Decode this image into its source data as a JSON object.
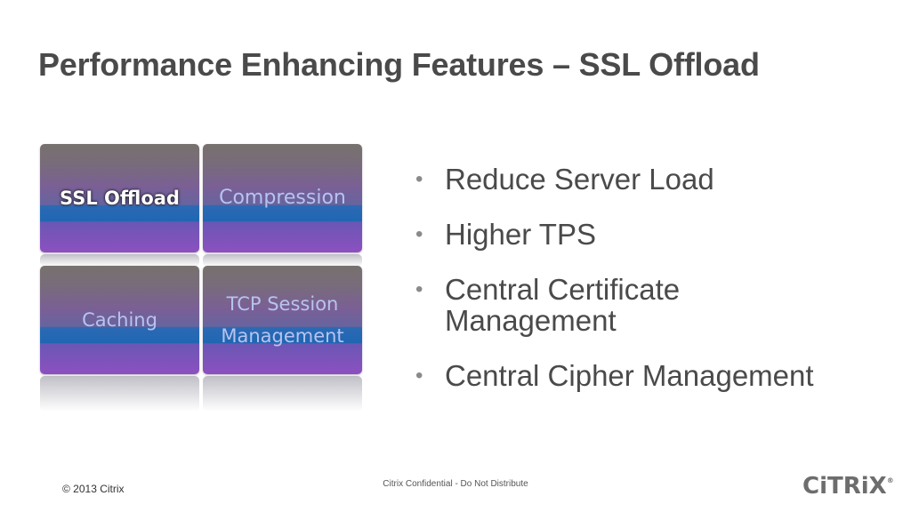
{
  "slide": {
    "title": "Performance Enhancing Features – SSL Offload"
  },
  "tiles": [
    {
      "label": "SSL Offload",
      "active": true
    },
    {
      "label": "Compression",
      "active": false
    },
    {
      "label": "Caching",
      "active": false
    },
    {
      "label_line1": "TCP Session",
      "label_line2": "Management",
      "active": false
    }
  ],
  "bullets": [
    "Reduce Server Load",
    "Higher TPS",
    "Central Certificate Management",
    "Central Cipher Management"
  ],
  "bullet_glyph": "•",
  "footer": {
    "copyright": "© 2013 Citrix",
    "confidential": "Citrix Confidential - Do Not Distribute",
    "logo_text": "CiTRiX",
    "logo_mark": "®"
  }
}
